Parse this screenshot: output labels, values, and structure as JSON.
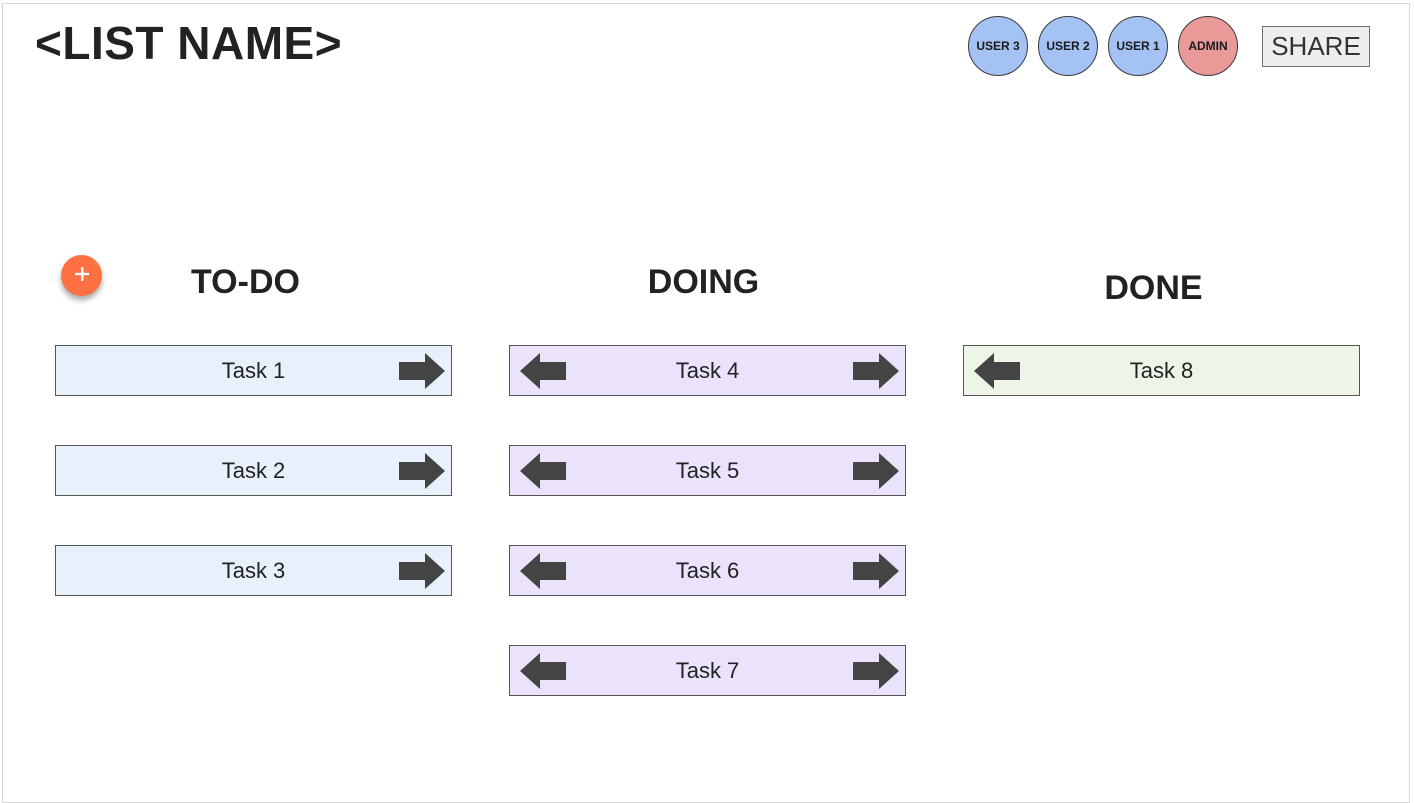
{
  "header": {
    "list_name": "<LIST NAME>",
    "share_label": "SHARE"
  },
  "users": [
    {
      "label": "USER 3",
      "color": "#a4c2f4"
    },
    {
      "label": "USER 2",
      "color": "#a4c2f4"
    },
    {
      "label": "USER 1",
      "color": "#a4c2f4"
    },
    {
      "label": "ADMIN",
      "color": "#ea9999"
    }
  ],
  "add_button": {
    "icon": "plus-icon",
    "label": "+",
    "color": "#ff7043"
  },
  "columns": [
    {
      "title": "TO-DO",
      "task_color": "#e8f0fc",
      "tasks": [
        {
          "label": "Task 1",
          "left_arrow": false,
          "right_arrow": true
        },
        {
          "label": "Task 2",
          "left_arrow": false,
          "right_arrow": true
        },
        {
          "label": "Task 3",
          "left_arrow": false,
          "right_arrow": true
        }
      ]
    },
    {
      "title": "DOING",
      "task_color": "#ebe3fb",
      "tasks": [
        {
          "label": "Task 4",
          "left_arrow": true,
          "right_arrow": true
        },
        {
          "label": "Task 5",
          "left_arrow": true,
          "right_arrow": true
        },
        {
          "label": "Task 6",
          "left_arrow": true,
          "right_arrow": true
        },
        {
          "label": "Task 7",
          "left_arrow": true,
          "right_arrow": true
        }
      ]
    },
    {
      "title": "DONE",
      "task_color": "#edf5e9",
      "tasks": [
        {
          "label": "Task 8",
          "left_arrow": true,
          "right_arrow": false
        }
      ]
    }
  ],
  "arrow_color": "#444444"
}
